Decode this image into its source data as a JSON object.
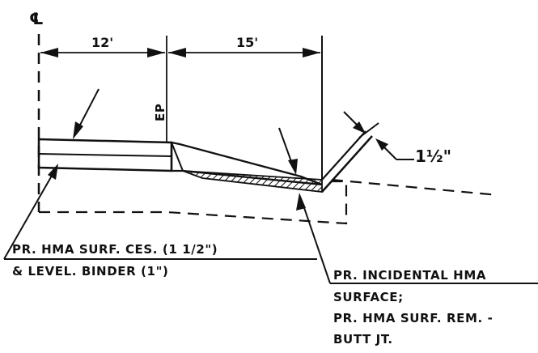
{
  "drawing": {
    "centerline_symbol": "℄",
    "dim_left": "12'",
    "dim_right": "15'",
    "edge_of_pavement": "EP",
    "overlay_thickness": "1½\"",
    "callout_left": {
      "line1": "PR. HMA SURF. CES.  (1 1/2\")",
      "line2": "& LEVEL. BINDER (1\")"
    },
    "callout_right": {
      "line1": "PR. INCIDENTAL HMA",
      "line2": "SURFACE;",
      "line3": "PR. HMA SURF. REM. -",
      "line4": "BUTT JT."
    }
  }
}
